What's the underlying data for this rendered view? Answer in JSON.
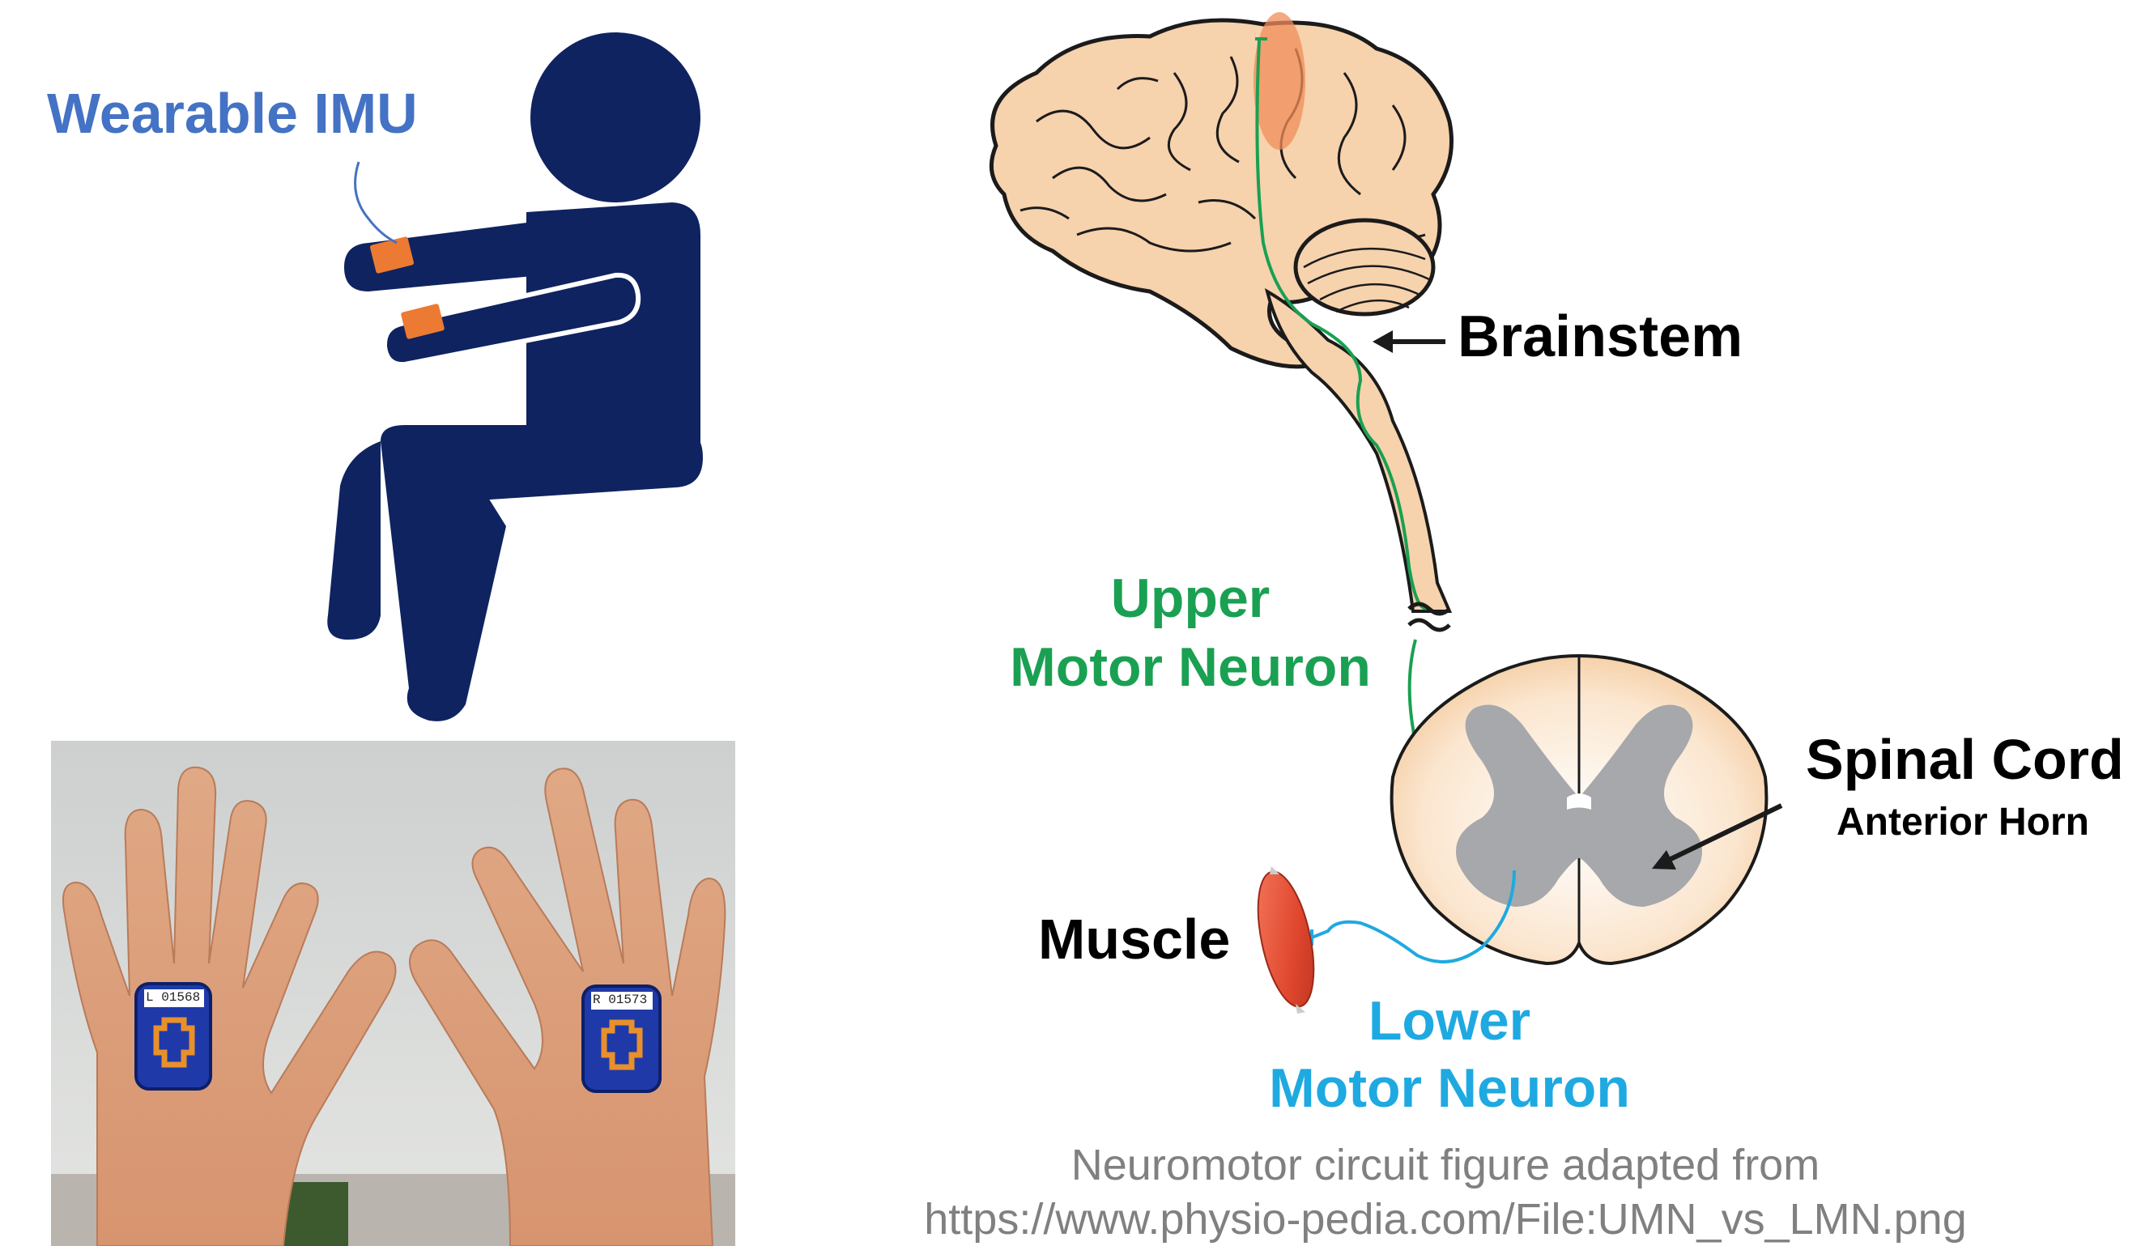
{
  "labels": {
    "wearable_imu": "Wearable IMU",
    "brainstem": "Brainstem",
    "upper_motor_neuron_line1": "Upper",
    "upper_motor_neuron_line2": "Motor Neuron",
    "spinal_cord": "Spinal Cord",
    "anterior_horn": "Anterior Horn",
    "muscle": "Muscle",
    "lower_motor_neuron_line1": "Lower",
    "lower_motor_neuron_line2": "Motor Neuron"
  },
  "sensor_tags": {
    "left": "L 01568",
    "right": "R 01573"
  },
  "caption": {
    "line1": "Neuromotor circuit figure adapted from",
    "line2": "https://www.physio-pedia.com/File:UMN_vs_LMN.png"
  },
  "colors": {
    "figure_navy": "#0f2360",
    "imu_orange": "#ec7a32",
    "imu_label_blue": "#4472c4",
    "upper_neuron_green": "#1aa052",
    "lower_neuron_blue": "#1fa9e1",
    "brain_tan": "#f6d2ad",
    "grey_matter": "#a6a8ab",
    "caption_grey": "#808080"
  }
}
